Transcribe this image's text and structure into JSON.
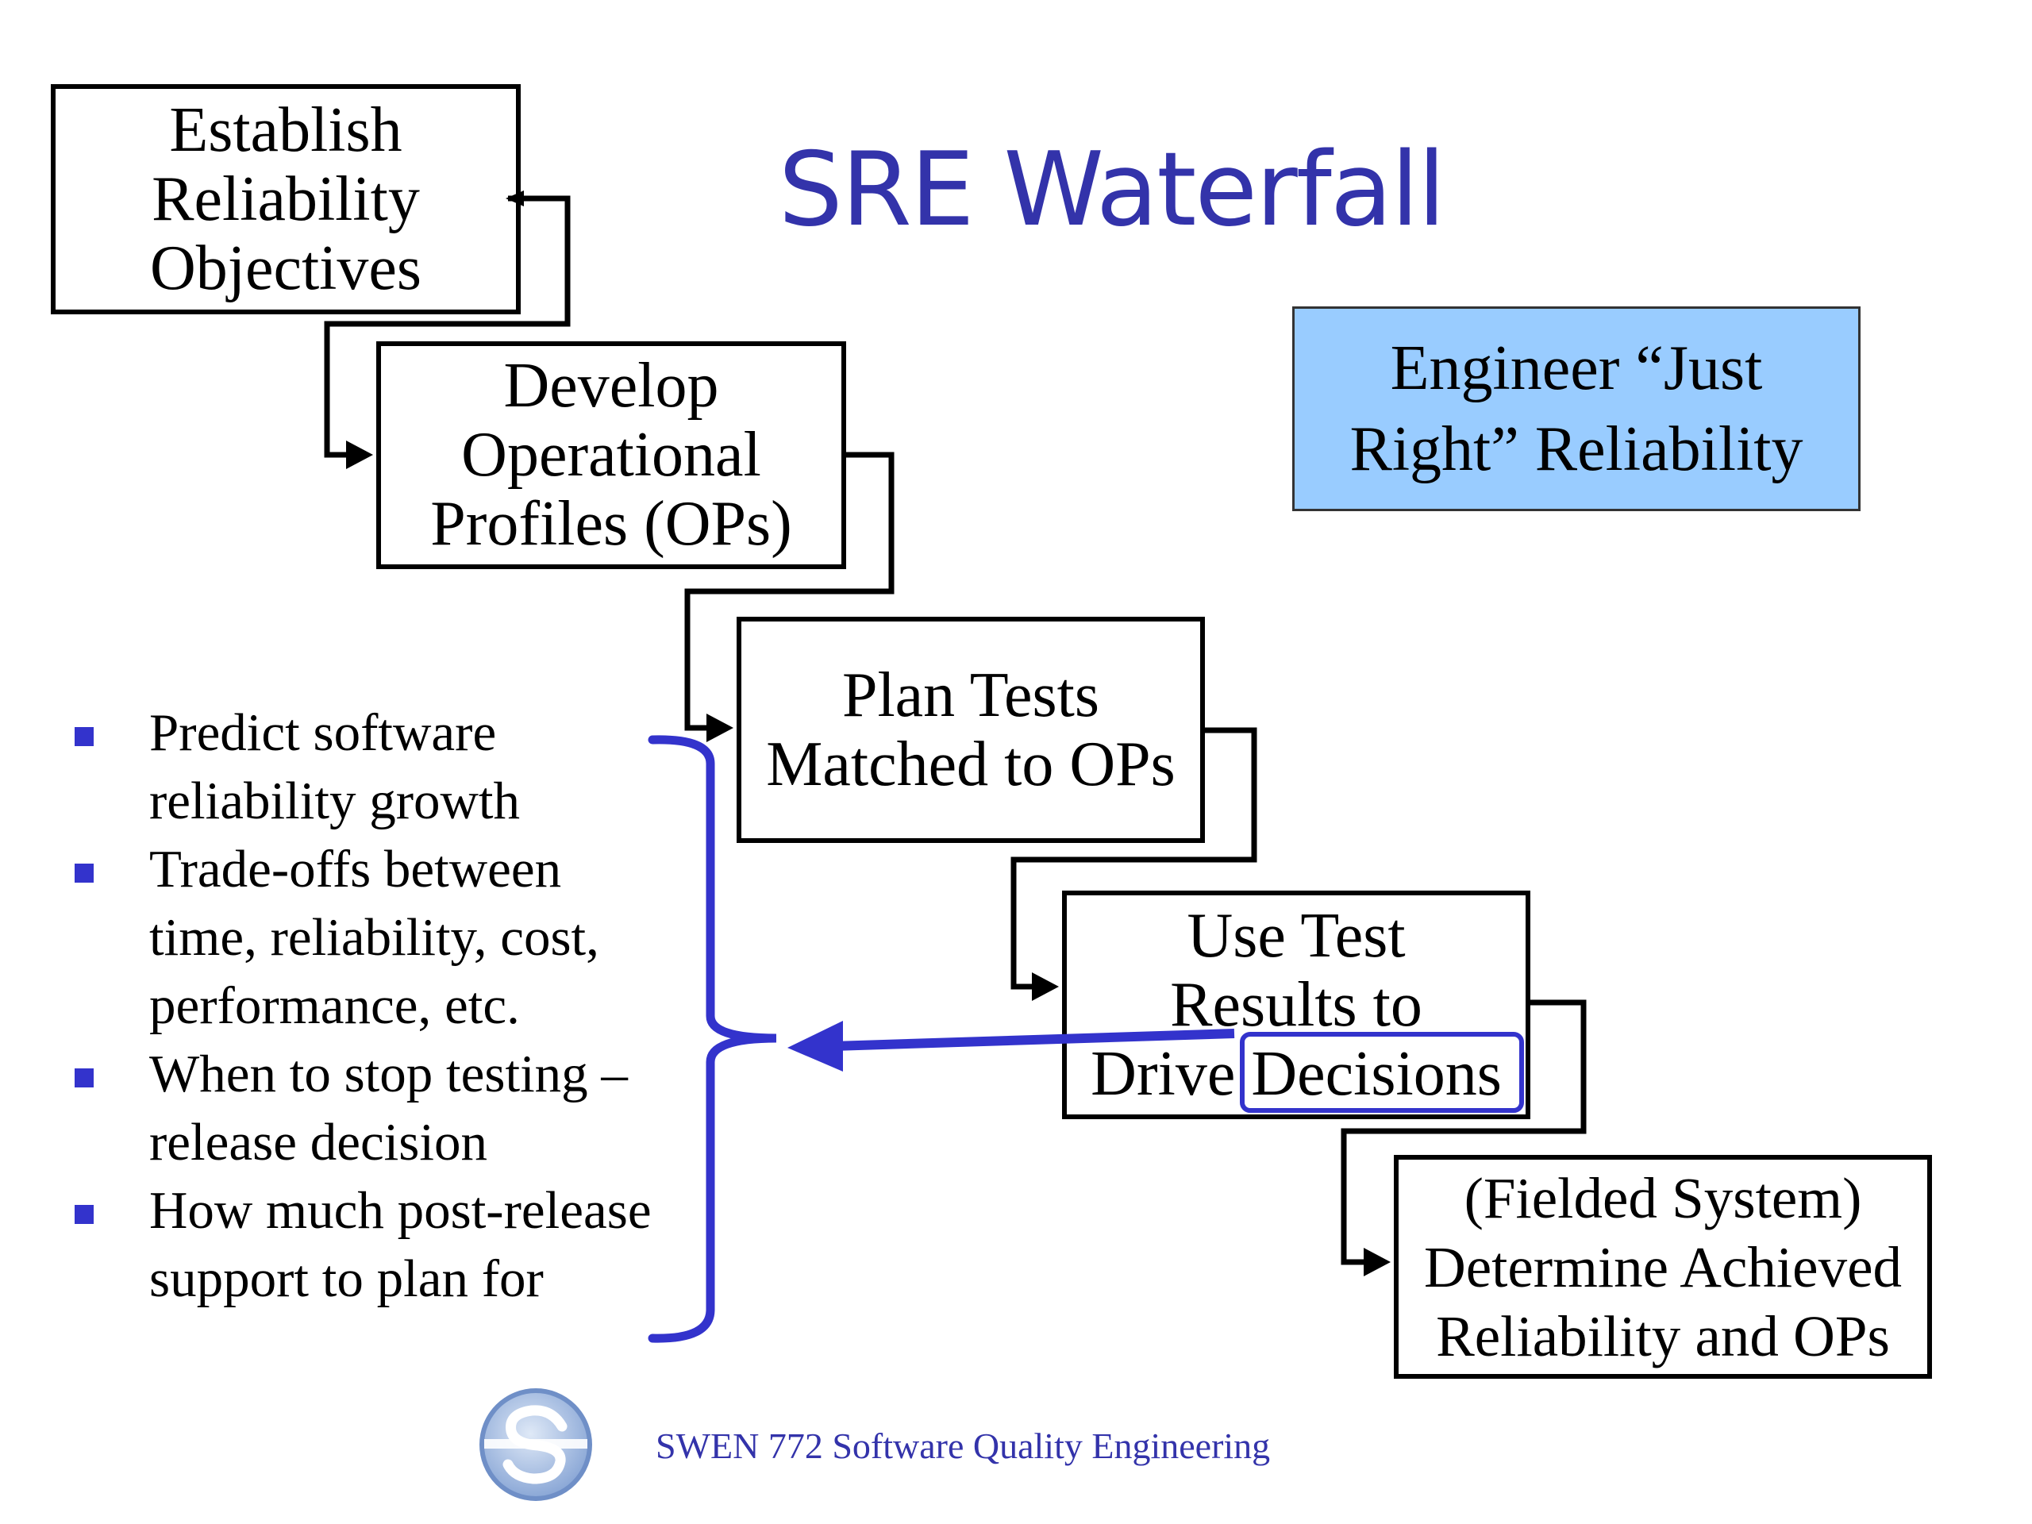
{
  "title": "SRE Waterfall",
  "steps": [
    {
      "lines": [
        "Establish",
        "Reliability",
        "Objectives"
      ]
    },
    {
      "lines": [
        "Develop",
        "Operational",
        "Profiles (OPs)"
      ]
    },
    {
      "lines": [
        "Plan Tests",
        "Matched to OPs"
      ]
    },
    {
      "lines": [
        "Use Test",
        "Results to",
        "Drive Decisions"
      ]
    },
    {
      "lines": [
        "(Fielded System)",
        "Determine Achieved",
        "Reliability and OPs"
      ]
    }
  ],
  "callout": {
    "lines": [
      "Engineer “Just",
      "Right” Reliability"
    ]
  },
  "bullets": [
    {
      "lines": [
        "Predict software",
        "reliability growth"
      ]
    },
    {
      "lines": [
        "Trade-offs between",
        "time, reliability, cost,",
        "performance, etc."
      ]
    },
    {
      "lines": [
        "When to stop testing –",
        "release decision"
      ]
    },
    {
      "lines": [
        "How much post-release",
        "support to plan for"
      ]
    }
  ],
  "footer": "SWEN 772 Software Quality Engineering",
  "colors": {
    "accent": "#3333cc",
    "title": "#3333aa",
    "callout_fill": "#99ccff"
  },
  "icons": {
    "logo": "swen-logo-icon"
  }
}
